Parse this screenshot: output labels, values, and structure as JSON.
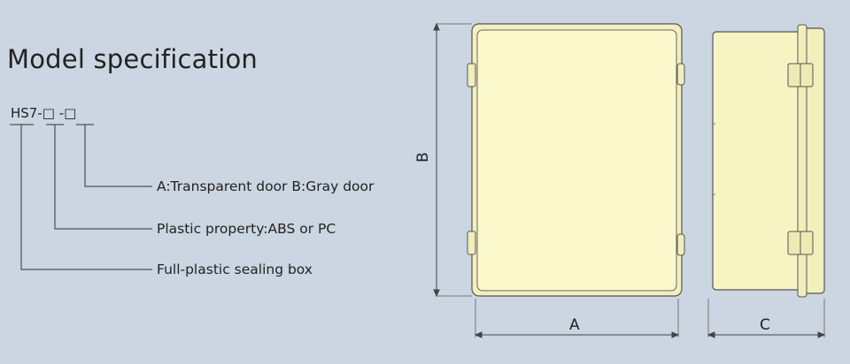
{
  "title": "Model specification",
  "model_code": "HS7-□ -□",
  "specs": [
    {
      "label": "A:Transparent door  B:Gray door"
    },
    {
      "label": "Plastic property:ABS or PC"
    },
    {
      "label": "Full-plastic sealing box"
    }
  ],
  "dimensions": {
    "width": "A",
    "height": "B",
    "depth": "C"
  },
  "colors": {
    "background": "#cbd6e2",
    "box_fill": "#fbf8cc",
    "line": "#333333"
  }
}
